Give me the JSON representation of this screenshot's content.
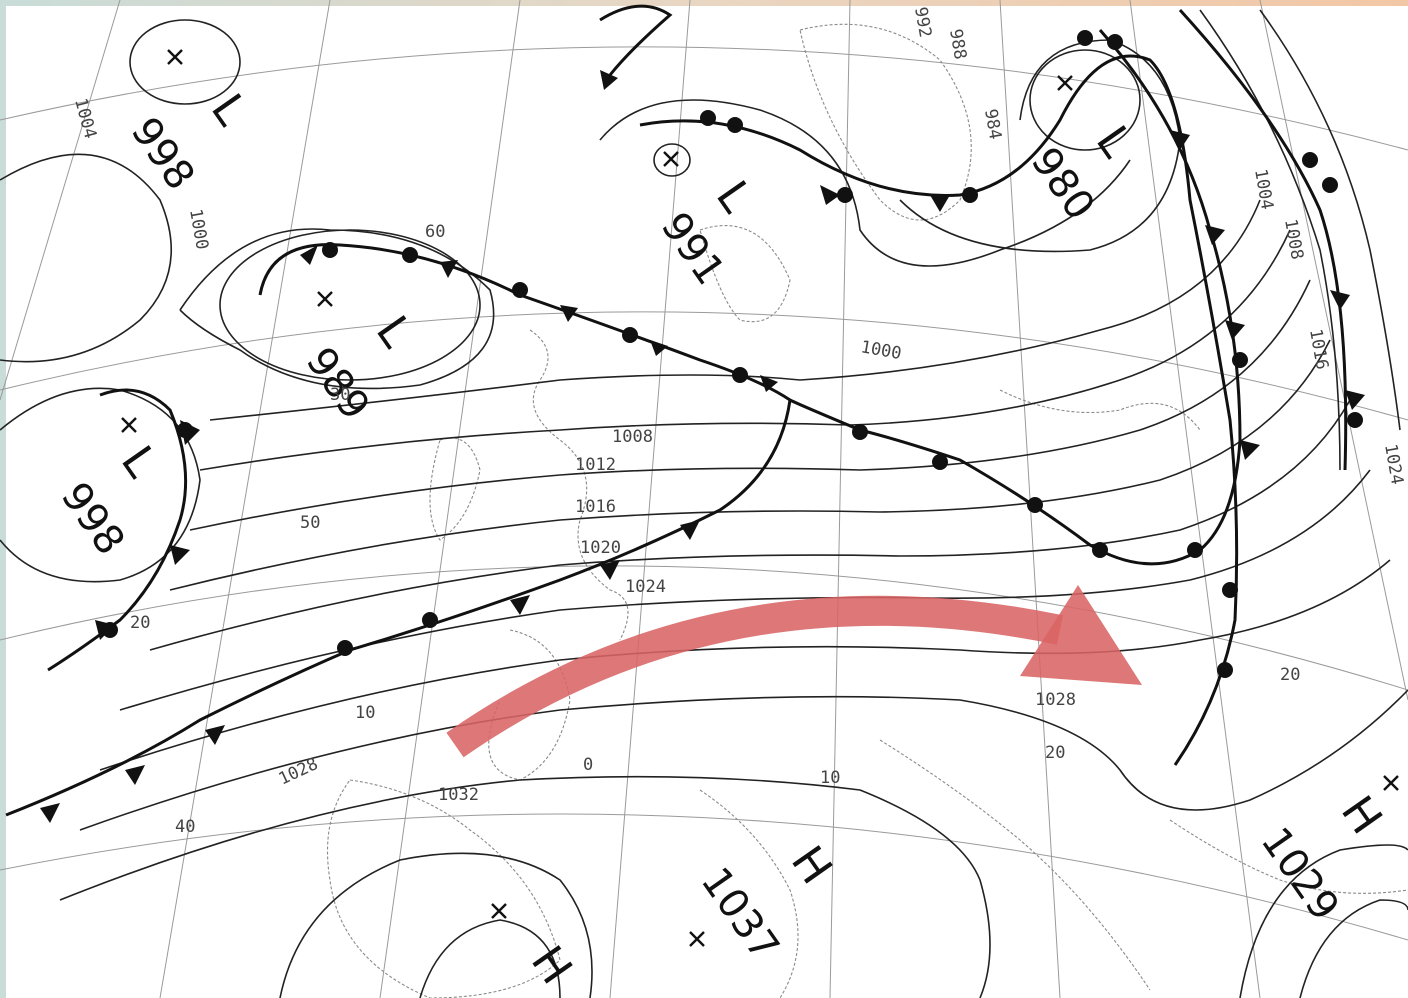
{
  "pressure_systems": [
    {
      "type": "L",
      "pressure": "998"
    },
    {
      "type": "L",
      "pressure": "991"
    },
    {
      "type": "L",
      "pressure": "980"
    },
    {
      "type": "L",
      "pressure": "989"
    },
    {
      "type": "L",
      "pressure": "998"
    },
    {
      "type": "H",
      "pressure": "1037"
    },
    {
      "type": "H",
      "pressure": "1029"
    },
    {
      "type": "H",
      "pressure": ""
    }
  ],
  "isobar_labels": [
    "1004",
    "1000",
    "1008",
    "1012",
    "1016",
    "1020",
    "1024",
    "1028",
    "1028",
    "1032",
    "1004",
    "1008",
    "1016",
    "1024",
    "1000",
    "984",
    "988",
    "992"
  ],
  "graticule_labels": [
    "60",
    "50",
    "40",
    "30",
    "20",
    "10",
    "20",
    "10",
    "0",
    "20"
  ],
  "annotations": [
    {
      "type": "arrow",
      "color": "#d96464",
      "meaning": "airflow"
    }
  ],
  "colors": {
    "arrow": "#d96464",
    "line": "#111111",
    "grid": "#9a9a9a"
  }
}
